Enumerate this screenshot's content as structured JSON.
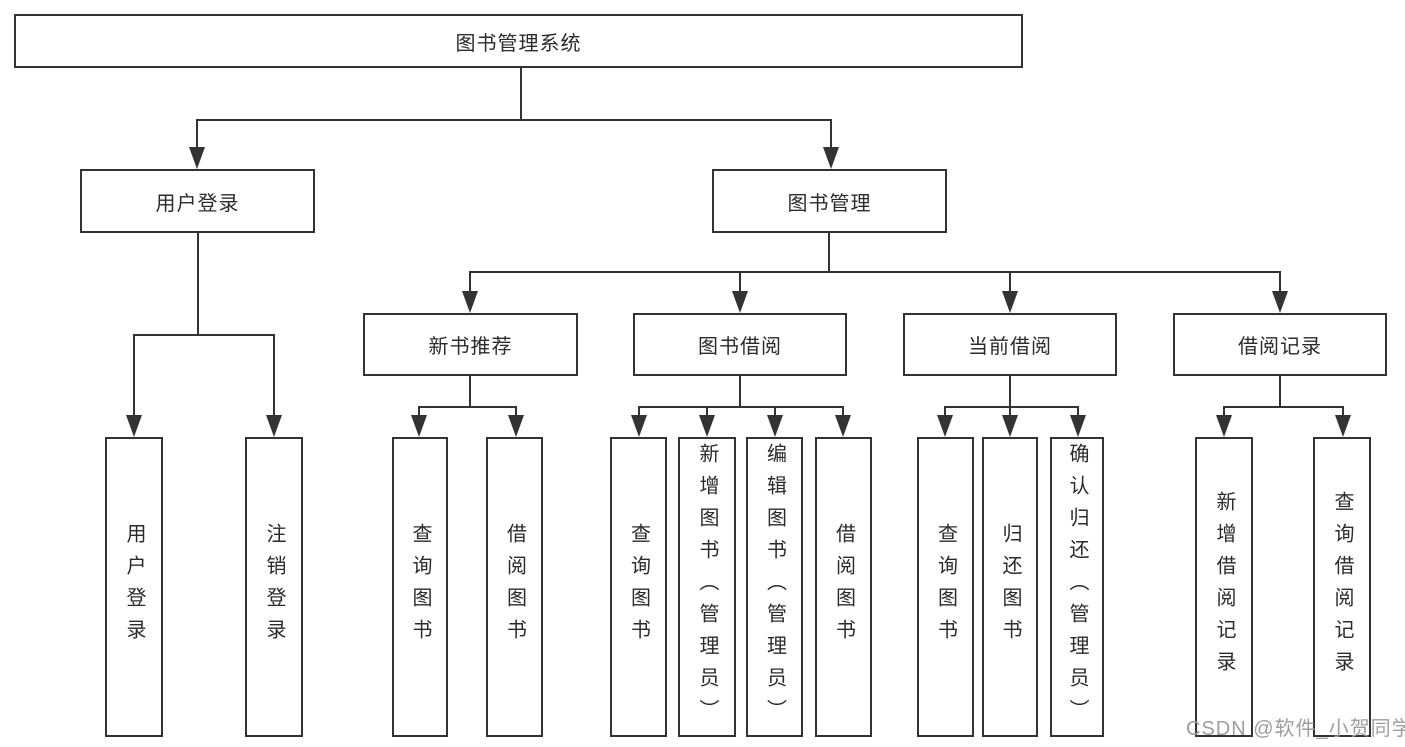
{
  "diagram": {
    "title": "图书管理系统",
    "nodes": {
      "root": "图书管理系统",
      "user_login": "用户登录",
      "book_management": "图书管理",
      "new_book_recommend": "新书推荐",
      "book_borrow": "图书借阅",
      "current_borrow": "当前借阅",
      "borrow_records": "借阅记录",
      "leaf_user_login": "用户登录",
      "leaf_logout": "注销登录",
      "leaf_query_book_1": "查询图书",
      "leaf_borrow_book_1": "借阅图书",
      "leaf_query_book_2": "查询图书",
      "leaf_add_book": "新增图书（管理员）",
      "leaf_edit_book": "编辑图书（管理员）",
      "leaf_borrow_book_2": "借阅图书",
      "leaf_query_book_3": "查询图书",
      "leaf_return_book": "归还图书",
      "leaf_confirm_return": "确认归还（管理员）",
      "leaf_add_borrow_record": "新增借阅记录",
      "leaf_query_borrow_record": "查询借阅记录"
    },
    "structure": {
      "图书管理系统": {
        "用户登录": [
          "用户登录",
          "注销登录"
        ],
        "图书管理": {
          "新书推荐": [
            "查询图书",
            "借阅图书"
          ],
          "图书借阅": [
            "查询图书",
            "新增图书（管理员）",
            "编辑图书（管理员）",
            "借阅图书"
          ],
          "当前借阅": [
            "查询图书",
            "归还图书",
            "确认归还（管理员）"
          ],
          "借阅记录": [
            "新增借阅记录",
            "查询借阅记录"
          ]
        }
      }
    },
    "watermark": "CSDN @软件_小贺同学",
    "colors": {
      "line": "#333333",
      "text": "#2b2b2b",
      "watermark": "#9e9e9e",
      "background": "#ffffff"
    }
  }
}
